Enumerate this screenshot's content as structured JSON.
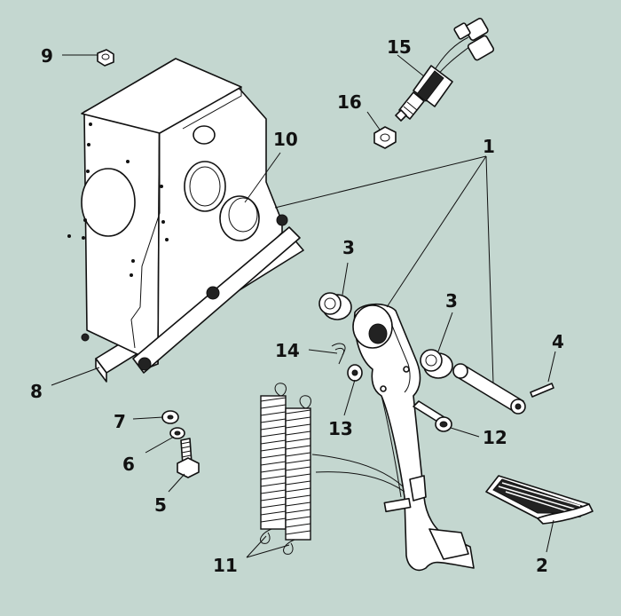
{
  "diagram": {
    "background_color": "#c4d7d0",
    "callouts": [
      "1",
      "2",
      "3",
      "3",
      "4",
      "5",
      "6",
      "7",
      "8",
      "9",
      "10",
      "11",
      "12",
      "13",
      "14",
      "15",
      "16"
    ]
  }
}
